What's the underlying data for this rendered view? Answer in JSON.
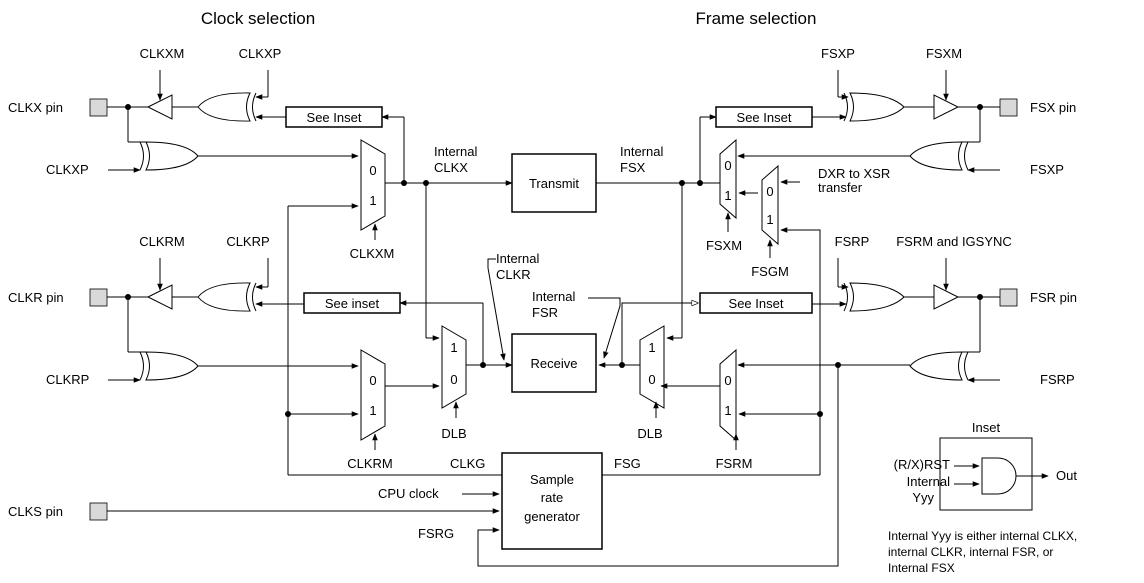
{
  "titles": {
    "clock": "Clock selection",
    "frame": "Frame selection"
  },
  "pins": {
    "clkx": "CLKX pin",
    "clkr": "CLKR pin",
    "clks": "CLKS pin",
    "fsx": "FSX pin",
    "fsr": "FSR pin"
  },
  "signals": {
    "clkxm": "CLKXM",
    "clkxp": "CLKXP",
    "clkrm": "CLKRM",
    "clkrp": "CLKRP",
    "fsxp": "FSXP",
    "fsxm": "FSXM",
    "fsrp": "FSRP",
    "fsrm": "FSRM",
    "fsrm_igsync": "FSRM and IGSYNC",
    "fsgm": "FSGM",
    "dlb": "DLB",
    "clkg": "CLKG",
    "fsg": "FSG",
    "fsrg": "FSRG",
    "cpu_clock": "CPU clock",
    "dxr_xsr_1": "DXR to XSR",
    "dxr_xsr_2": "transfer"
  },
  "internal": {
    "clkx_1": "Internal",
    "clkx_2": "CLKX",
    "fsx_1": "Internal",
    "fsx_2": "FSX",
    "clkr_1": "Internal",
    "clkr_2": "CLKR",
    "fsr_1": "Internal",
    "fsr_2": "FSR"
  },
  "blocks": {
    "transmit": "Transmit",
    "receive": "Receive",
    "srg_1": "Sample",
    "srg_2": "rate",
    "srg_3": "generator",
    "see_inset_upper": "See Inset",
    "see_inset_lower": "See inset"
  },
  "mux": {
    "zero": "0",
    "one": "1"
  },
  "inset": {
    "title": "Inset",
    "input1": "(R/X)RST",
    "input2a": "Internal",
    "input2b": "Yyy",
    "output": "Out",
    "note": [
      "Internal Yyy is either internal CLKX,",
      "internal CLKR, internal FSR, or",
      "Internal FSX"
    ]
  }
}
